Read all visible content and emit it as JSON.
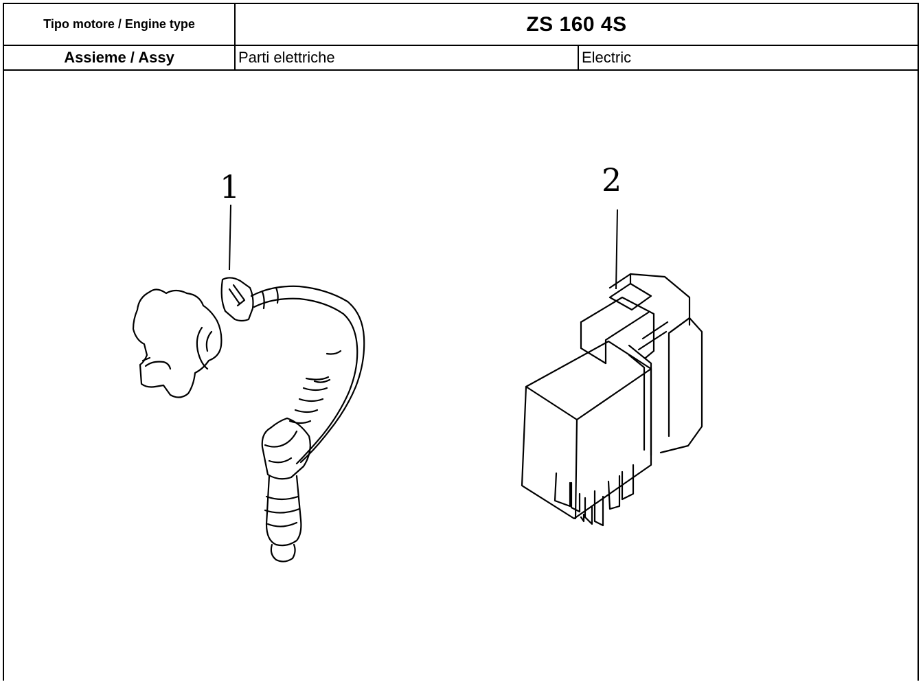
{
  "header": {
    "engine_type_label": "Tipo motore / Engine type",
    "engine_model": "ZS 160 4S",
    "assembly_label": "Assieme / Assy",
    "assembly_it": "Parti elettriche",
    "assembly_en": "Electric"
  },
  "diagram": {
    "callouts": [
      "1",
      "2"
    ],
    "parts": [
      "ignition-coil-icon",
      "relay-icon"
    ]
  }
}
